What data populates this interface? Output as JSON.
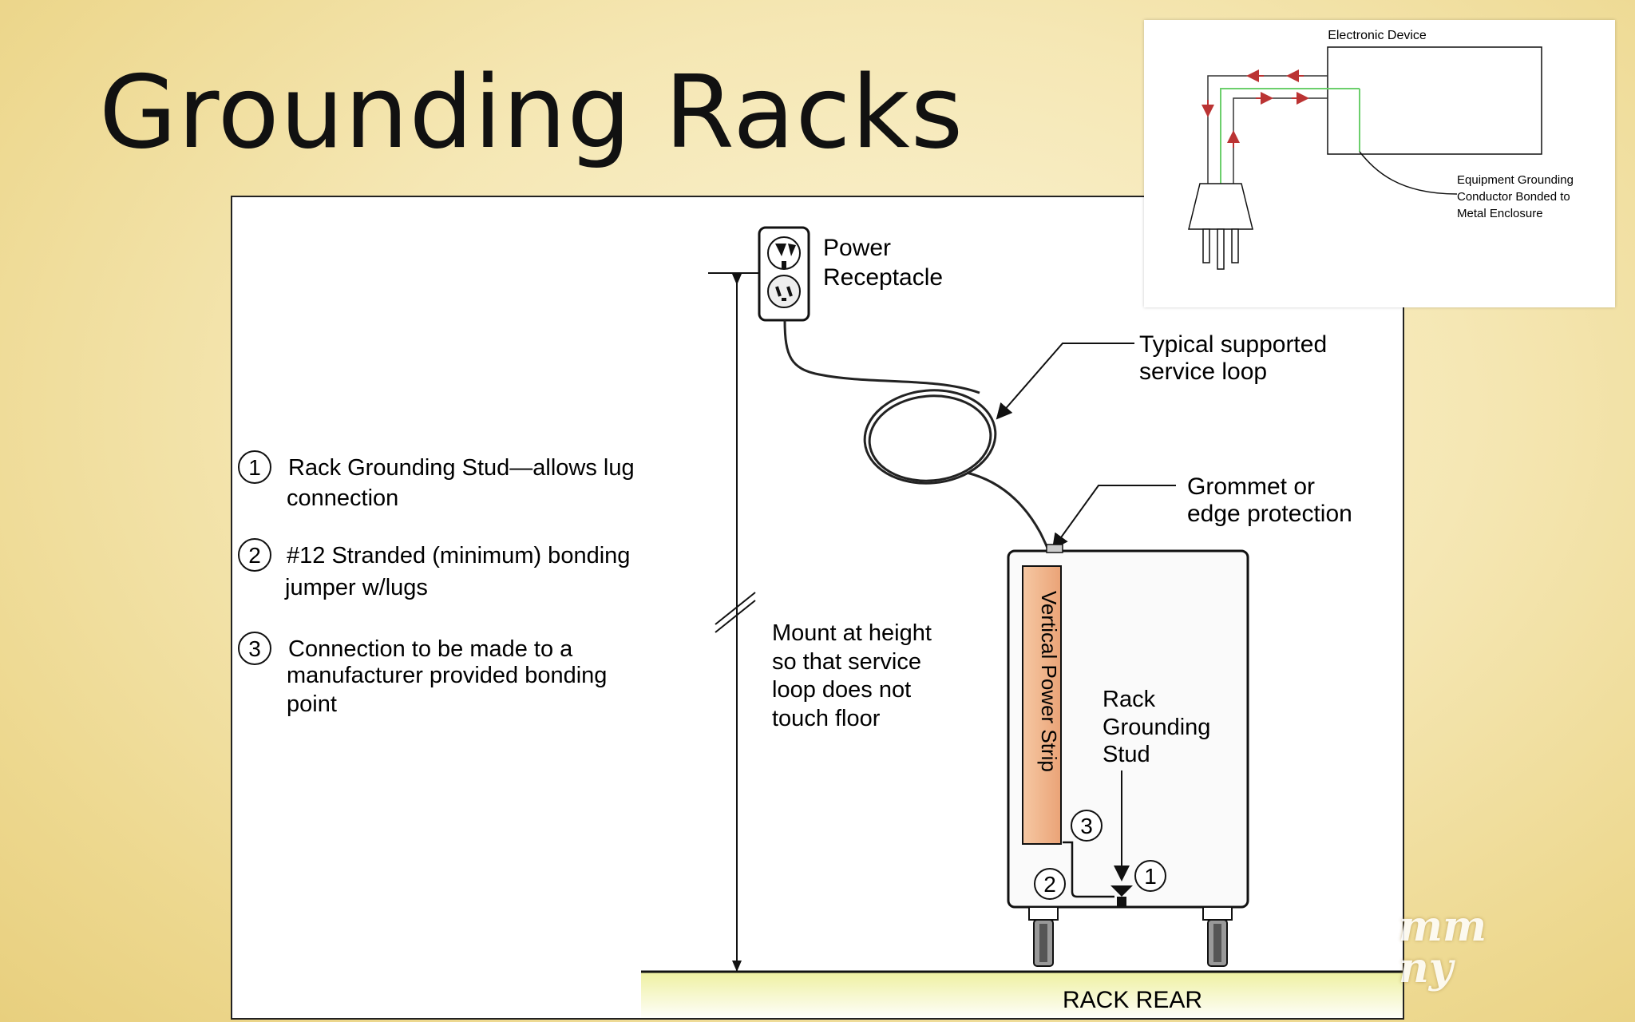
{
  "slide": {
    "title": "Grounding Racks",
    "logo_text": "mm\nny"
  },
  "diagram": {
    "receptacle_label_1": "Power",
    "receptacle_label_2": "Receptacle",
    "service_loop_1": "Typical supported",
    "service_loop_2": "service loop",
    "grommet_1": "Grommet or",
    "grommet_2": "edge protection",
    "legend": [
      {
        "num": "1",
        "line1": "Rack Grounding  Stud—allows lug",
        "line2": "connection"
      },
      {
        "num": "2",
        "line1": "#12 Stranded (minimum) bonding",
        "line2": "jumper w/lugs"
      },
      {
        "num": "3",
        "line1": "Connection to be made to a",
        "line2": "manufacturer provided bonding",
        "line3": "point"
      }
    ],
    "mount_1": "Mount at height",
    "mount_2": "so that service",
    "mount_3": "loop does not",
    "mount_4": "touch floor",
    "power_strip": "Vertical Power Strip",
    "stud_1": "Rack",
    "stud_2": "Grounding",
    "stud_3": "Stud",
    "callout_1": "1",
    "callout_2": "2",
    "callout_3": "3",
    "floor_label": "RACK REAR"
  },
  "inset": {
    "device_label": "Electronic Device",
    "egc_1": "Equipment Grounding",
    "egc_2": "Conductor Bonded to",
    "egc_3": "Metal Enclosure",
    "ground_wire_color": "#6ccf6c"
  }
}
